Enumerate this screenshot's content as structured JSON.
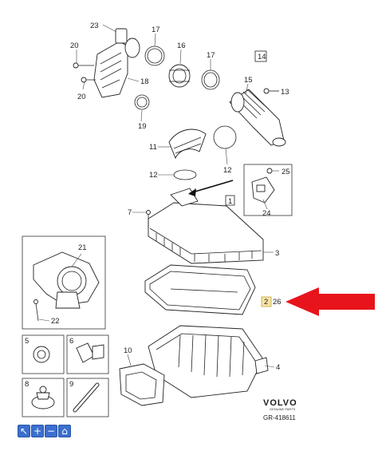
{
  "callouts": {
    "c1": "1",
    "c2": "2",
    "c3": "3",
    "c4": "4",
    "c5": "5",
    "c6": "6",
    "c7": "7",
    "c8": "8",
    "c9": "9",
    "c10": "10",
    "c11": "11",
    "c12a": "12",
    "c12b": "12",
    "c13": "13",
    "c14": "14",
    "c15": "15",
    "c16": "16",
    "c17a": "17",
    "c17b": "17",
    "c18": "18",
    "c19": "19",
    "c20a": "20",
    "c20b": "20",
    "c21": "21",
    "c22": "22",
    "c23": "23",
    "c24": "24",
    "c25": "25",
    "c26": "26"
  },
  "brand": {
    "name": "VOLVO",
    "tagline": "GENUINE PARTS"
  },
  "reference": "GR-418611",
  "toolbar": {
    "buttons": [
      {
        "icon": "pointer-icon",
        "glyph": "↖"
      },
      {
        "icon": "zoom-in-icon",
        "glyph": "+"
      },
      {
        "icon": "zoom-out-icon",
        "glyph": "−"
      },
      {
        "icon": "home-icon",
        "glyph": "⌂"
      }
    ]
  },
  "colors": {
    "highlight_arrow": "#e8141b",
    "highlight_box": "#f5e6a8",
    "toolbar": "#3b6fcf"
  }
}
